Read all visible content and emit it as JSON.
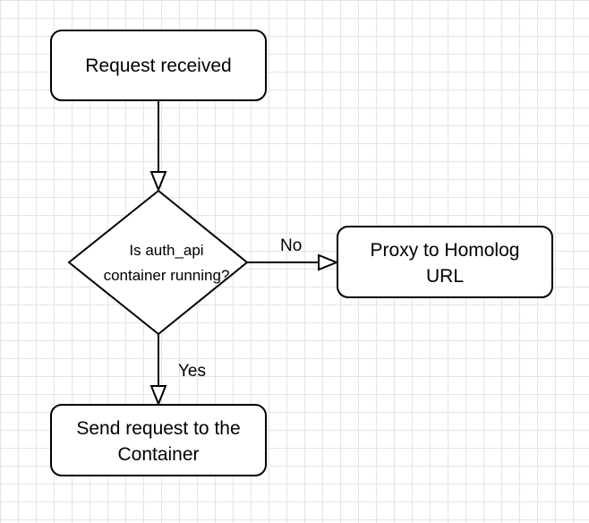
{
  "diagram": {
    "nodes": {
      "start": {
        "label": "Request received"
      },
      "decision": {
        "lines": [
          "Is auth_api",
          "container running?"
        ]
      },
      "proxy": {
        "lines": [
          "Proxy to Homolog",
          "URL"
        ]
      },
      "send": {
        "lines": [
          "Send request to the",
          "Container"
        ]
      }
    },
    "edges": {
      "no": {
        "label": "No"
      },
      "yes": {
        "label": "Yes"
      }
    }
  }
}
